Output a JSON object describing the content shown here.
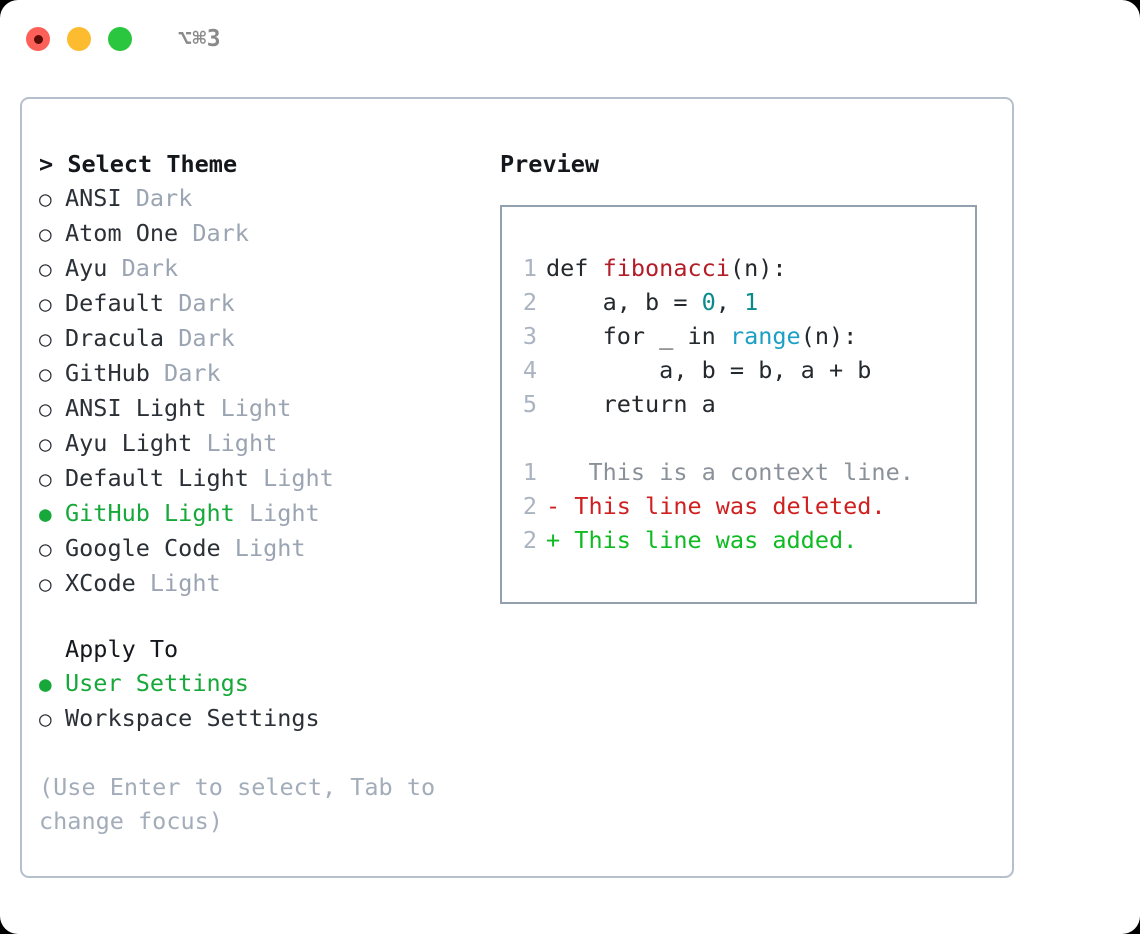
{
  "titlebar": {
    "shortcut": "⌥⌘3",
    "buttons": [
      {
        "name": "close",
        "color": "#fc6058"
      },
      {
        "name": "minimize",
        "color": "#fdbc2f"
      },
      {
        "name": "zoom",
        "color": "#2bc63f"
      }
    ]
  },
  "colors": {
    "accent_green": "#17a83a",
    "muted_gray": "#9aa4b2",
    "hint_gray": "#a3adba",
    "text": "#2b2f36",
    "border": "#b6bfcc",
    "code_border": "#93a0b0",
    "line_number": "#aab4c1",
    "syntax_function": "#b31d28",
    "syntax_number": "#0a8b8b",
    "syntax_call": "#1b9fc4",
    "diff_context": "#8a9199",
    "diff_deleted": "#cf1f1f",
    "diff_added": "#0fbb22"
  },
  "theme_section": {
    "caret": ">",
    "header": "Select Theme",
    "bullet_off": "○",
    "bullet_on": "●",
    "items": [
      {
        "name": "ANSI",
        "category": "Dark",
        "selected": false
      },
      {
        "name": "Atom One",
        "category": "Dark",
        "selected": false
      },
      {
        "name": "Ayu",
        "category": "Dark",
        "selected": false
      },
      {
        "name": "Default",
        "category": "Dark",
        "selected": false
      },
      {
        "name": "Dracula",
        "category": "Dark",
        "selected": false
      },
      {
        "name": "GitHub",
        "category": "Dark",
        "selected": false
      },
      {
        "name": "ANSI Light",
        "category": "Light",
        "selected": false
      },
      {
        "name": "Ayu Light",
        "category": "Light",
        "selected": false
      },
      {
        "name": "Default Light",
        "category": "Light",
        "selected": false
      },
      {
        "name": "GitHub Light",
        "category": "Light",
        "selected": true
      },
      {
        "name": "Google Code",
        "category": "Light",
        "selected": false
      },
      {
        "name": "XCode",
        "category": "Light",
        "selected": false
      }
    ]
  },
  "apply_section": {
    "header": "Apply To",
    "bullet_off": "○",
    "bullet_on": "●",
    "options": [
      {
        "label": "User Settings",
        "selected": true
      },
      {
        "label": "Workspace Settings",
        "selected": false
      }
    ]
  },
  "hint": "(Use Enter to select, Tab to change focus)",
  "preview": {
    "title": "Preview",
    "code_lines": [
      {
        "number": "1",
        "tokens": [
          {
            "text": "def ",
            "type": "kw"
          },
          {
            "text": "fibonacci",
            "type": "fn"
          },
          {
            "text": "(n):",
            "type": "punct"
          }
        ]
      },
      {
        "number": "2",
        "tokens": [
          {
            "text": "    a, b = ",
            "type": "kw"
          },
          {
            "text": "0",
            "type": "num"
          },
          {
            "text": ", ",
            "type": "punct"
          },
          {
            "text": "1",
            "type": "num"
          }
        ]
      },
      {
        "number": "3",
        "tokens": [
          {
            "text": "    for _ in ",
            "type": "kw"
          },
          {
            "text": "range",
            "type": "call"
          },
          {
            "text": "(n):",
            "type": "punct"
          }
        ]
      },
      {
        "number": "4",
        "tokens": [
          {
            "text": "        a, b = b, a + b",
            "type": "kw"
          }
        ]
      },
      {
        "number": "5",
        "tokens": [
          {
            "text": "    return a",
            "type": "kw"
          }
        ]
      }
    ],
    "diff_lines": [
      {
        "number": "1",
        "marker": " ",
        "text": "  This is a context line.",
        "kind": "context"
      },
      {
        "number": "2",
        "marker": "-",
        "text": " This line was deleted.",
        "kind": "deleted"
      },
      {
        "number": "2",
        "marker": "+",
        "text": " This line was added.",
        "kind": "added"
      }
    ]
  }
}
